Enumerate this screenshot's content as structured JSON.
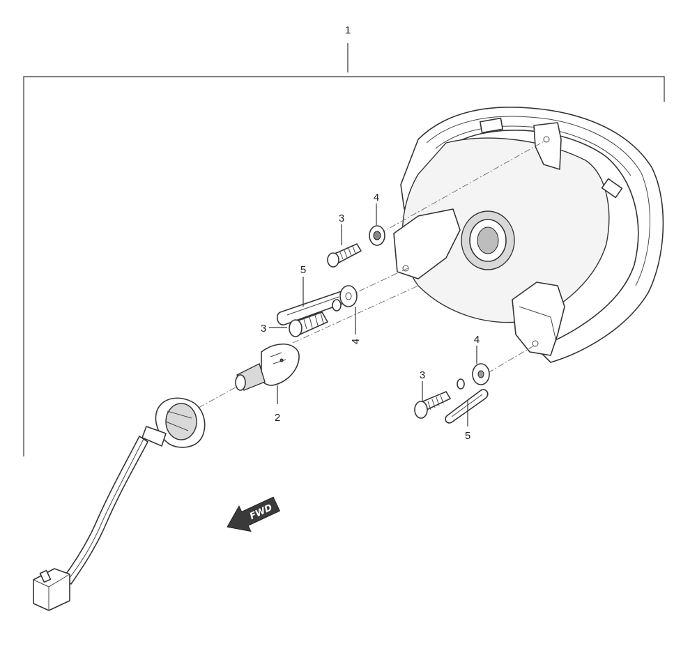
{
  "callouts": {
    "assembly": "1",
    "bulb": "2",
    "screw_top": "3",
    "screw_mid": "3",
    "screw_right": "3",
    "washer_top": "4",
    "washer_mid": "4",
    "washer_right": "4",
    "clip_left": "5",
    "clip_right": "5"
  },
  "direction_arrow": {
    "label": "FWD"
  },
  "colors": {
    "line": "#333333",
    "background": "#ffffff",
    "shading": "#d9d9d9"
  }
}
